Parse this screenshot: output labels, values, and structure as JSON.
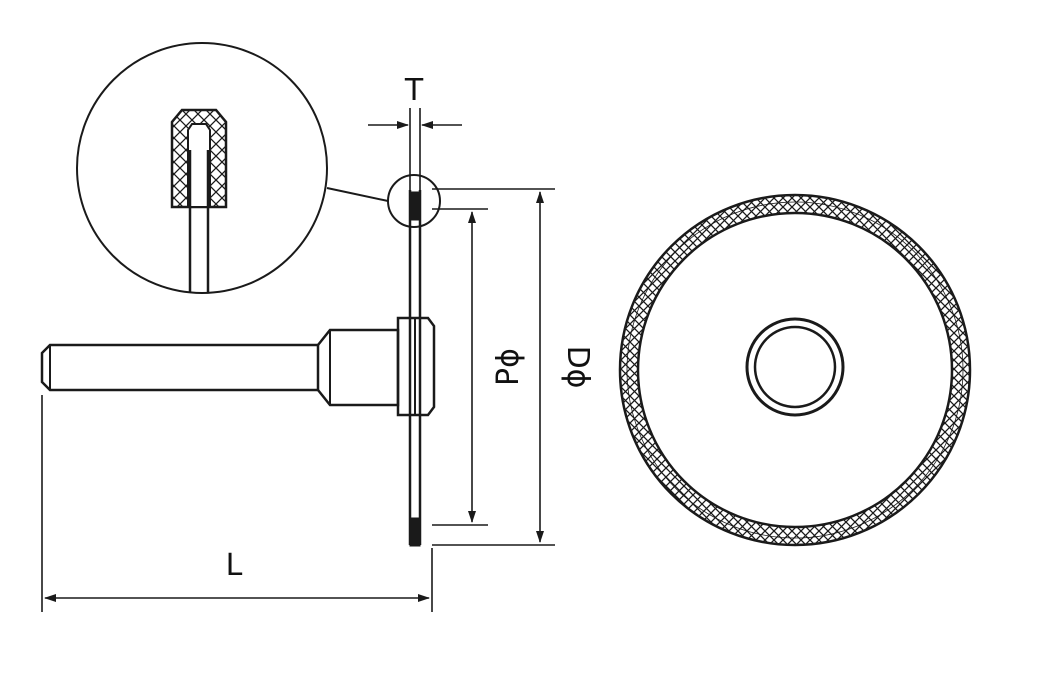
{
  "diagram": {
    "labels": {
      "thickness": "T",
      "pitch_diameter": "Pϕ",
      "outer_diameter": "Dϕ",
      "length": "L"
    },
    "colors": {
      "line": "#1a1a1a",
      "background": "#ffffff"
    }
  }
}
